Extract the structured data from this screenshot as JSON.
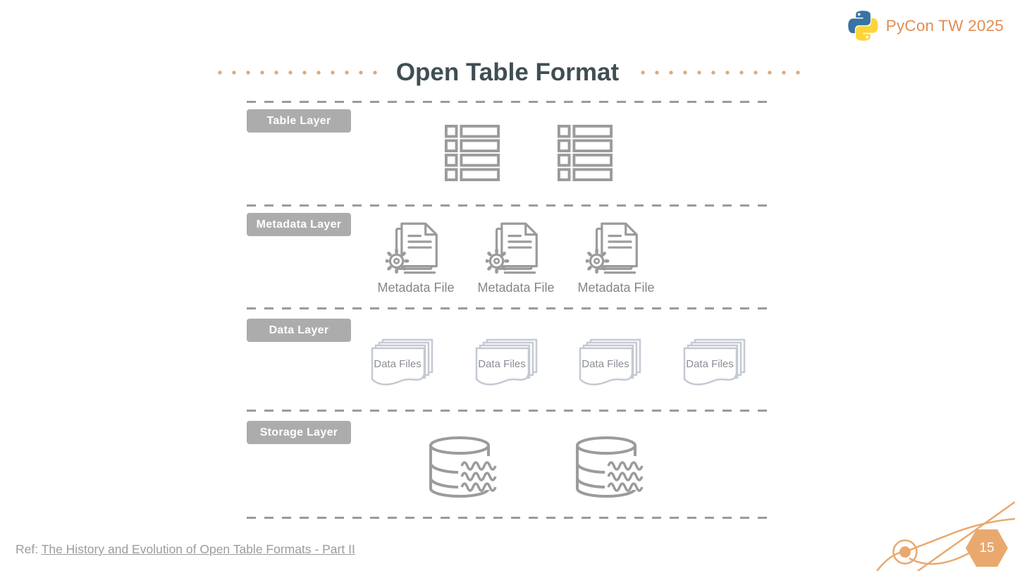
{
  "header": {
    "logo_text": "PyCon TW 2025"
  },
  "title": {
    "text": "Open Table Format"
  },
  "diagram": {
    "layers": [
      {
        "label": "Table Layer"
      },
      {
        "label": "Metadata Layer"
      },
      {
        "label": "Data Layer"
      },
      {
        "label": "Storage Layer"
      }
    ],
    "metadata_files": [
      "Metadata File",
      "Metadata File",
      "Metadata File"
    ],
    "data_files": [
      "Data Files",
      "Data Files",
      "Data Files",
      "Data Files"
    ],
    "table_icon_count": 2,
    "storage_icon_count": 2
  },
  "footer": {
    "ref_prefix": "Ref:",
    "ref_link": "The History and Evolution of Open Table Formats - Part II",
    "page_number": "15"
  },
  "icons": {
    "logo": "python-logo-icon",
    "table": "table-rows-icon",
    "metadata": "metadata-file-gear-icon",
    "data": "stacked-data-files-icon",
    "storage": "database-cylinder-icon"
  },
  "colors": {
    "accent": "#E9A96E",
    "title_text": "#404E54",
    "label_bg": "#ACACAC",
    "icon_gray": "#9B9B9B",
    "stack_stroke": "#C4C9D2",
    "muted_text": "#82878C",
    "link_gray": "#9C9C9C",
    "logo_blue": "#3873A3",
    "logo_yellow": "#FFD43B",
    "logo_text": "#DF8E53"
  }
}
